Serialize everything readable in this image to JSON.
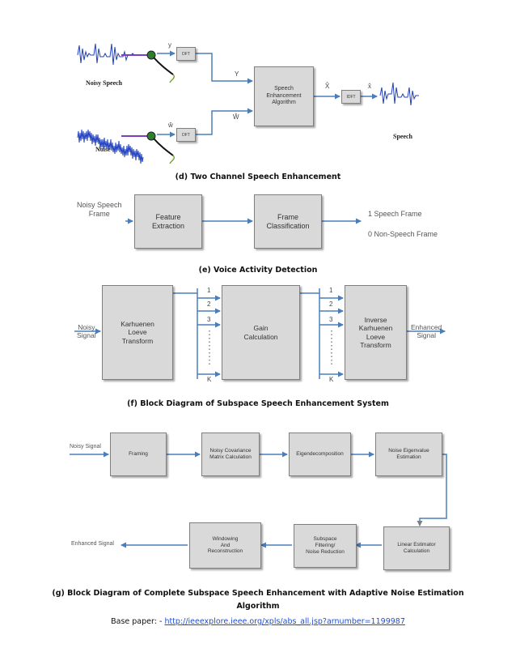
{
  "d": {
    "caption": "(d) Two Channel Speech Enhancement",
    "noisy_speech_label": "Noisy Speech",
    "noise_label": "Noise",
    "speech_label": "Speech",
    "y_small": "y",
    "w_small": "ŵ",
    "Y_label": "Y",
    "W_label": "Ŵ",
    "X_label": "X̂",
    "x_label": "x̂",
    "dft1": "DFT",
    "dft2": "DFT",
    "idft": "IDFT",
    "algo_box": "Speech\nEnhancement\nAlgorithm"
  },
  "e": {
    "caption": "(e) Voice Activity Detection",
    "input_label": "Noisy Speech\nFrame",
    "box1": "Feature\nExtraction",
    "box2": "Frame\nClassification",
    "out1": "1 Speech Frame",
    "out0": "0 Non-Speech Frame"
  },
  "f": {
    "caption": "(f) Block Diagram of Subspace Speech Enhancement System",
    "input_label": "Noisy\nSignal",
    "klt_box": "Karhuenen\nLoeve\nTransform",
    "gain_box": "Gain\nCalculation",
    "iklt_box": "Inverse\nKarhuenen\nLoeve\nTransform",
    "output_label": "Enhanced\nSignal",
    "idx": [
      "1",
      "2",
      "3",
      "K"
    ]
  },
  "g": {
    "caption_line1": "(g) Block Diagram of Complete Subspace Speech Enhancement with Adaptive Noise Estimation",
    "caption_line2": "Algorithm",
    "input_label": "Noisy Signal",
    "output_label": "Enhanced Signal",
    "framing": "Framing",
    "noise_cov": "Noisy Covariance\nMatrix Calculation",
    "eigen": "Eigendecomposition",
    "noise_eig": "Noise Eigenvalue\nEstimation",
    "linear_est": "Linear Estimator\nCalculation",
    "subspace": "Subspace\nFiltering/\nNoise Reduction",
    "windowing": "Windowing\nAnd\nReconstruction"
  },
  "footer": {
    "prefix": "Base paper: -",
    "link": "http://ieeexplore.ieee.org/xpls/abs_all.jsp?arnumber=1199987"
  },
  "colors": {
    "arrow": "#4a7ebb",
    "box_fill": "#d9d9d9",
    "wave": "#1f3fbf",
    "link": "#1f4fd1"
  }
}
